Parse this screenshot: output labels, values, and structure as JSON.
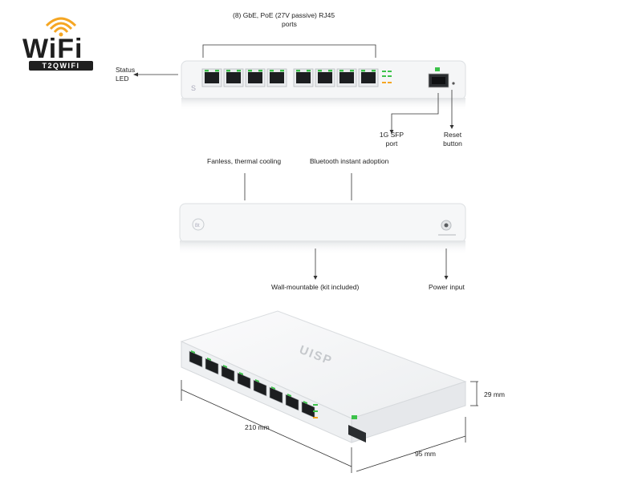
{
  "logo": {
    "word": "WiFi",
    "badge": "T2QWIFI",
    "accent": "#f5a623"
  },
  "labels": {
    "ports": "(8) GbE, PoE (27V passive) RJ45",
    "ports_line2": "ports",
    "status": "Status",
    "status_line2": "LED",
    "sfp": "1G SFP",
    "sfp_line2": "port",
    "reset": "Reset",
    "reset_line2": "button",
    "fanless": "Fanless, thermal cooling",
    "bluetooth": "Bluetooth instant adoption",
    "wall": "Wall-mountable (kit included)",
    "power": "Power input",
    "width": "210 mm",
    "depth": "95 mm",
    "height": "29 mm"
  },
  "device": {
    "brand": "UISP",
    "port_count": 8,
    "port_led_color": "#3cc24a",
    "body_color": "#f4f5f6"
  }
}
